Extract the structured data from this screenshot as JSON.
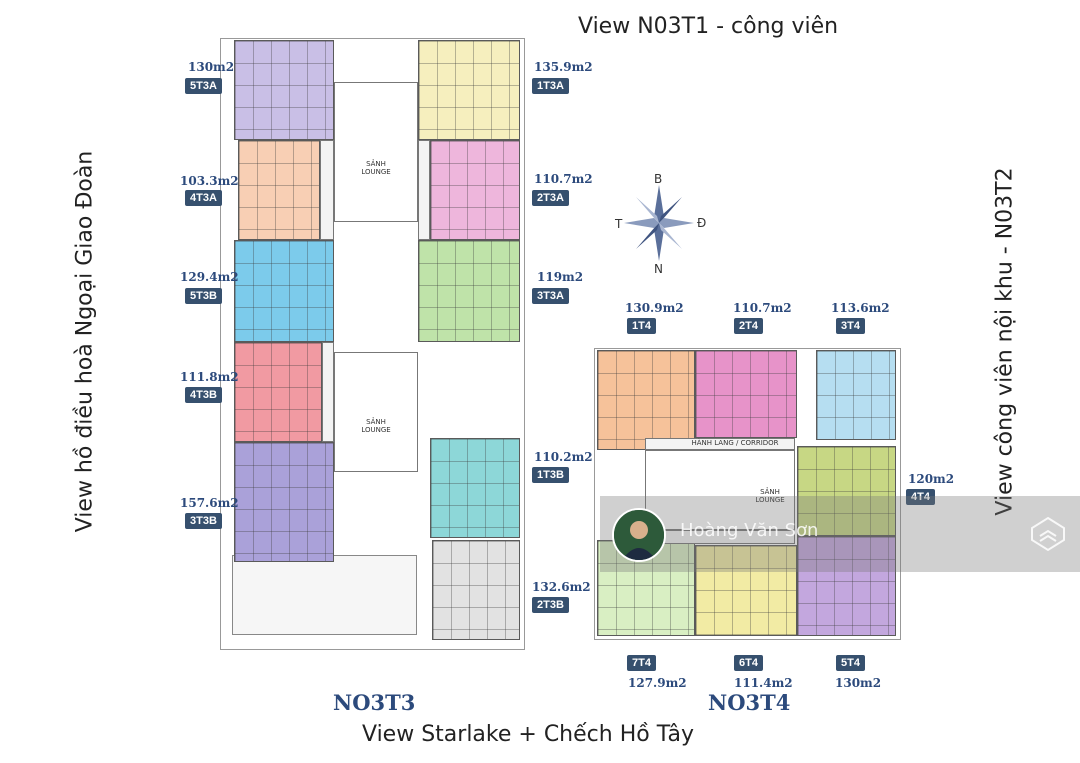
{
  "views": {
    "top": "View N03T1 - công viên",
    "bottom": "View Starlake + Chếch Hồ Tây",
    "left": "View hồ điều hoà Ngoại Giao Đoàn",
    "right": "View công viên nội khu - N03T2"
  },
  "buildings": {
    "left": "NO3T3",
    "right": "NO3T4"
  },
  "compass": {
    "north": "B",
    "south": "N",
    "east": "Đ",
    "west": "T"
  },
  "watermark": {
    "name": "Hoàng Văn Sơn"
  },
  "core_labels": {
    "lobby": "SẢNH\nLOUNGE",
    "corridor": "HÀNH LANG / CORRIDOR"
  },
  "units": {
    "u5T3A": {
      "area": "130m2",
      "code": "5T3A"
    },
    "u1T3A": {
      "area": "135.9m2",
      "code": "1T3A"
    },
    "u4T3A": {
      "area": "103.3m2",
      "code": "4T3A"
    },
    "u2T3A": {
      "area": "110.7m2",
      "code": "2T3A"
    },
    "u5T3B": {
      "area": "129.4m2",
      "code": "5T3B"
    },
    "u3T3A": {
      "area": "119m2",
      "code": "3T3A"
    },
    "u4T3B": {
      "area": "111.8m2",
      "code": "4T3B"
    },
    "u1T3B": {
      "area": "110.2m2",
      "code": "1T3B"
    },
    "u3T3B": {
      "area": "157.6m2",
      "code": "3T3B"
    },
    "u2T3B": {
      "area": "132.6m2",
      "code": "2T3B"
    },
    "u1T4": {
      "area": "130.9m2",
      "code": "1T4"
    },
    "u2T4": {
      "area": "110.7m2",
      "code": "2T4"
    },
    "u3T4": {
      "area": "113.6m2",
      "code": "3T4"
    },
    "u4T4": {
      "area": "120m2",
      "code": "4T4"
    },
    "u7T4": {
      "area": "127.9m2",
      "code": "7T4"
    },
    "u6T4": {
      "area": "111.4m2",
      "code": "6T4"
    },
    "u5T4": {
      "area": "130m2",
      "code": "5T4"
    }
  },
  "colors": {
    "c5T3A": "#c9bfe6",
    "c1T3A": "#f6efbe",
    "c4T3A": "#f8cfb4",
    "c2T3A": "#eeb6dc",
    "c5T3B": "#7ccbeb",
    "c3T3A": "#bfe3a9",
    "c4T3B": "#f19aa2",
    "c1T3B": "#8dd7d8",
    "c3T3B": "#aaa1d9",
    "c2T3B": "#e2e2e2",
    "c1T4": "#f6c29a",
    "c2T4": "#e793c9",
    "c3T4": "#b6def1",
    "c4T4": "#c7d784",
    "c7T4": "#d9efc3",
    "c6T4": "#f2eba4",
    "c5T4": "#c3a7de",
    "tag": "#36506e",
    "area_text": "#2c4a7c"
  }
}
